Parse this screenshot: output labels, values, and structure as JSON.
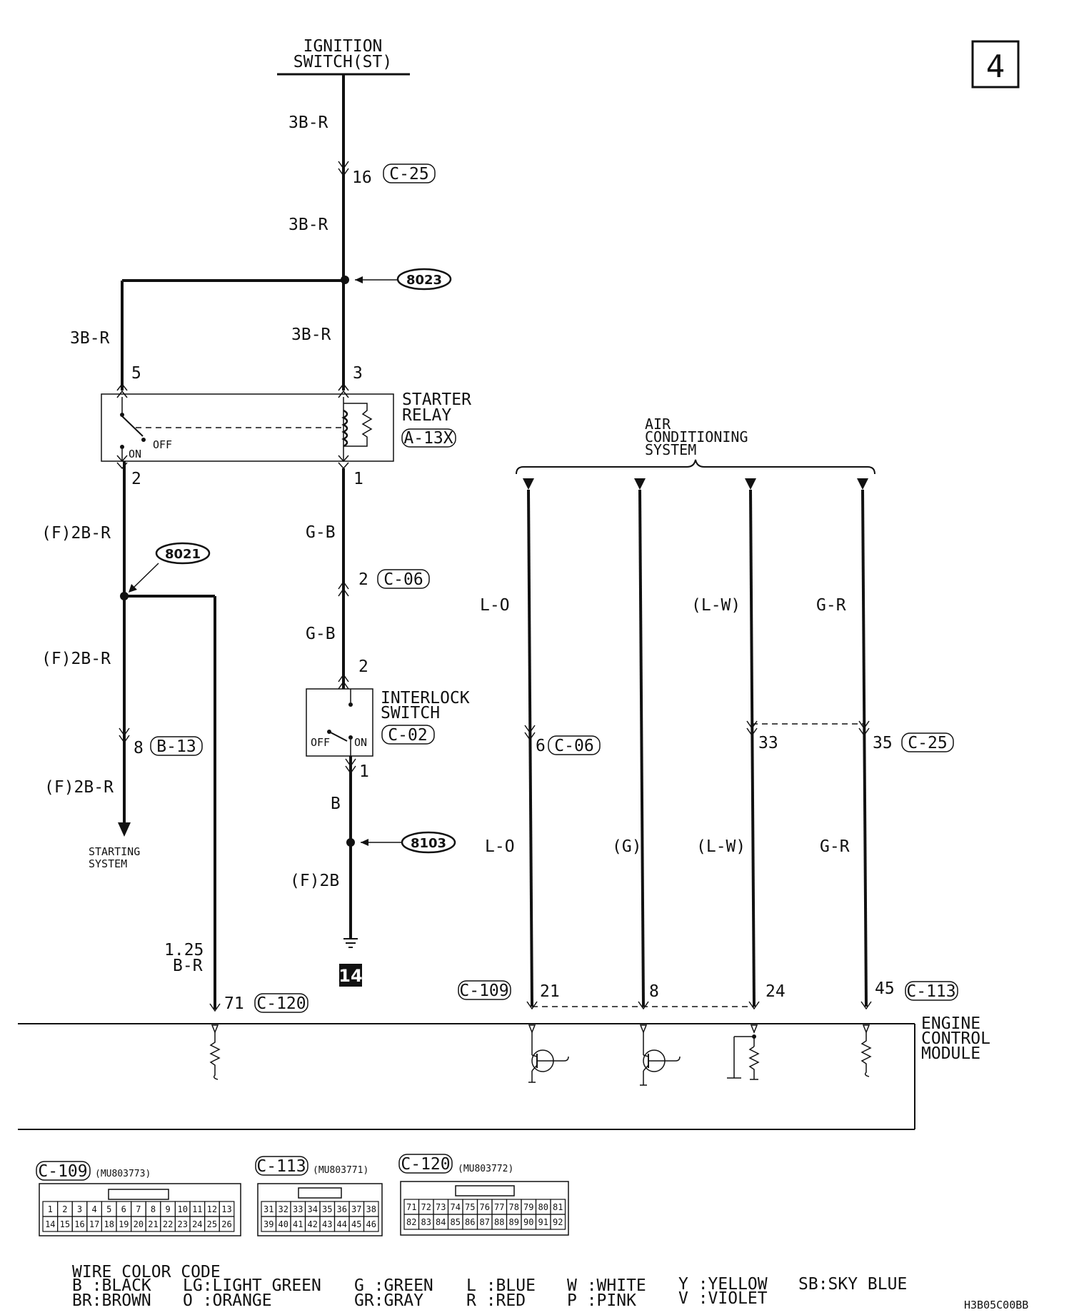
{
  "page_number": "4",
  "diagram_code": "H3B05C00BB",
  "ignition_switch": {
    "line1": "IGNITION",
    "line2": "SWITCH(ST)"
  },
  "wires": {
    "w1": "3B-R",
    "w2": "3B-R",
    "w3_left": "3B-R",
    "w3_right": "3B-R",
    "w4_left1": "(F)2B-R",
    "w4_left2": "(F)2B-R",
    "w4_left3": "(F)2B-R",
    "w_gb1": "G-B",
    "w_gb2": "G-B",
    "w_b": "B",
    "w_f2b": "(F)2B",
    "w_125_line1": "1.25",
    "w_125_line2": "B-R",
    "ac1_top": "L-O",
    "ac3_top": "(L-W)",
    "ac4_top": "G-R",
    "ac1_bot": "L-O",
    "ac2_bot": "(G)",
    "ac3_bot": "(L-W)",
    "ac4_bot": "G-R"
  },
  "pins": {
    "p16": "16",
    "p5": "5",
    "p3": "3",
    "p2_relay": "2",
    "p1_relay": "1",
    "p2_c06": "2",
    "p2_int": "2",
    "p1_int": "1",
    "p8": "8",
    "p6": "6",
    "p33": "33",
    "p35": "35",
    "p71": "71",
    "p21": "21",
    "p8_ecm": "8",
    "p24": "24",
    "p45": "45"
  },
  "connectors": {
    "c25_top": "C-25",
    "a13x": "A-13X",
    "c06_mid": "C-06",
    "c02": "C-02",
    "b13": "B-13",
    "c06_ac": "C-06",
    "c25_ac": "C-25",
    "c120": "C-120",
    "c109": "C-109",
    "c113": "C-113"
  },
  "splices": {
    "s8023": "8023",
    "s8021": "8021",
    "s8103": "8103"
  },
  "starter_relay": {
    "line1": "STARTER",
    "line2": "RELAY",
    "off": "OFF",
    "on": "ON"
  },
  "interlock_switch": {
    "line1": "INTERLOCK",
    "line2": "SWITCH",
    "off": "OFF",
    "on": "ON"
  },
  "starting_system": {
    "line1": "STARTING",
    "line2": "SYSTEM"
  },
  "ac_system": {
    "line1": "AIR",
    "line2": "CONDITIONING",
    "line3": "SYSTEM"
  },
  "ground_ref": "14",
  "ecm": {
    "line1": "ENGINE",
    "line2": "CONTROL",
    "line3": "MODULE"
  },
  "connector_diagrams": [
    {
      "name": "C-109",
      "part": "(MU803773)",
      "row1": [
        "1",
        "2",
        "3",
        "4",
        "5",
        "6",
        "7",
        "8",
        "9",
        "10",
        "11",
        "12",
        "13"
      ],
      "row2": [
        "14",
        "15",
        "16",
        "17",
        "18",
        "19",
        "20",
        "21",
        "22",
        "23",
        "24",
        "25",
        "26"
      ]
    },
    {
      "name": "C-113",
      "part": "(MU803771)",
      "row1": [
        "31",
        "32",
        "33",
        "34",
        "35",
        "36",
        "37",
        "38"
      ],
      "row2": [
        "39",
        "40",
        "41",
        "42",
        "43",
        "44",
        "45",
        "46"
      ]
    },
    {
      "name": "C-120",
      "part": "(MU803772)",
      "row1": [
        "71",
        "72",
        "73",
        "74",
        "75",
        "76",
        "77",
        "78",
        "79",
        "80",
        "81"
      ],
      "row2": [
        "82",
        "83",
        "84",
        "85",
        "86",
        "87",
        "88",
        "89",
        "90",
        "91",
        "92"
      ]
    }
  ],
  "wire_color_code": {
    "title": "WIRE COLOR CODE",
    "c1a": "B :BLACK",
    "c1b": "BR:BROWN",
    "c2a": "LG:LIGHT GREEN",
    "c2b": "O :ORANGE",
    "c3a": "G :GREEN",
    "c3b": "GR:GRAY",
    "c4a": "L :BLUE",
    "c4b": "R :RED",
    "c5a": "W :WHITE",
    "c5b": "P :PINK",
    "c6a": "Y :YELLOW",
    "c6b": "V :VIOLET",
    "c7a": "SB:SKY BLUE"
  }
}
